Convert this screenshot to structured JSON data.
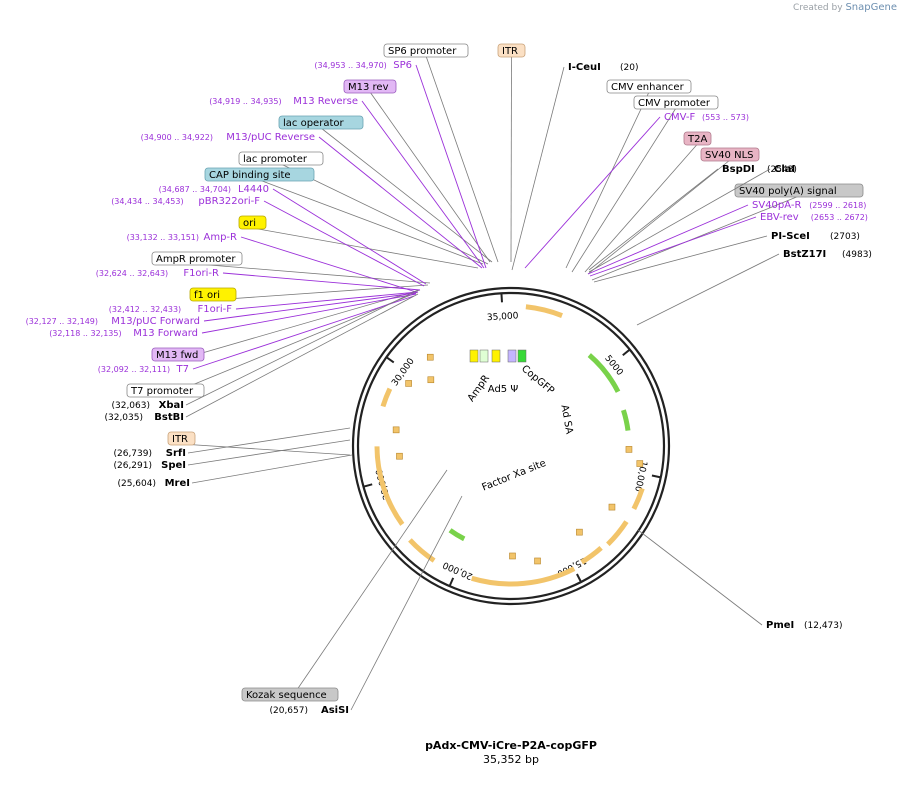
{
  "brand": {
    "prefix": "Created by",
    "name": "SnapGene"
  },
  "plasmid": {
    "name": "pAdx-CMV-iCre-P2A-copGFP",
    "length": "35,352 bp",
    "length_bp": 35352
  },
  "colors": {
    "ring": "#222222",
    "primer": "#9b30d9",
    "leader": "#7a7a7a",
    "cds": "#f2c46a",
    "cds_edge": "#b8862b",
    "green": "#79d24a",
    "green_edge": "#3b8a1b"
  },
  "ticks": [
    "5000",
    "10,000",
    "15,000",
    "20,000",
    "25,000",
    "30,000",
    "35,000"
  ],
  "internal_labels": [
    "AmpR",
    "Ad5 Ψ",
    "CopGFP",
    "Ad SA",
    "Factor Xa site"
  ],
  "features": [
    {
      "label": "SP6 promoter",
      "style": "white"
    },
    {
      "label": "ITR",
      "style": "orange"
    },
    {
      "label": "M13 rev",
      "style": "purple"
    },
    {
      "label": "CMV enhancer",
      "style": "white"
    },
    {
      "label": "CMV promoter",
      "style": "white"
    },
    {
      "label": "lac operator",
      "style": "teal"
    },
    {
      "label": "lac promoter",
      "style": "white"
    },
    {
      "label": "T2A",
      "style": "pink"
    },
    {
      "label": "SV40 NLS",
      "style": "pink"
    },
    {
      "label": "CAP binding site",
      "style": "teal"
    },
    {
      "label": "SV40 poly(A) signal",
      "style": "gray"
    },
    {
      "label": "ori",
      "style": "yellow"
    },
    {
      "label": "AmpR promoter",
      "style": "white"
    },
    {
      "label": "f1 ori",
      "style": "yellow"
    },
    {
      "label": "M13 fwd",
      "style": "purple"
    },
    {
      "label": "T7 promoter",
      "style": "white"
    },
    {
      "label": "ITR",
      "style": "orange"
    },
    {
      "label": "Kozak sequence",
      "style": "gray"
    }
  ],
  "primers": [
    {
      "name": "SP6",
      "range": "(34,953 .. 34,970)"
    },
    {
      "name": "M13 Reverse",
      "range": "(34,919 .. 34,935)"
    },
    {
      "name": "M13/pUC Reverse",
      "range": "(34,900 .. 34,922)"
    },
    {
      "name": "L4440",
      "range": "(34,687 .. 34,704)"
    },
    {
      "name": "pBR322ori-F",
      "range": "(34,434 .. 34,453)"
    },
    {
      "name": "Amp-R",
      "range": "(33,132 .. 33,151)"
    },
    {
      "name": "F1ori-R",
      "range": "(32,624 .. 32,643)"
    },
    {
      "name": "F1ori-F",
      "range": "(32,412 .. 32,433)"
    },
    {
      "name": "M13/pUC Forward",
      "range": "(32,127 .. 32,149)"
    },
    {
      "name": "M13 Forward",
      "range": "(32,118 .. 32,135)"
    },
    {
      "name": "T7",
      "range": "(32,092 .. 32,111)"
    },
    {
      "name": "CMV-F",
      "range": "(553 .. 573)"
    },
    {
      "name": "SV40pA-R",
      "range": "(2599 .. 2618)"
    },
    {
      "name": "EBV-rev",
      "range": "(2653 .. 2672)"
    }
  ],
  "enzymes": [
    {
      "name": "I-CeuI",
      "pos": "(20)"
    },
    {
      "name": "BspDI",
      "pos": "(2543)"
    },
    {
      "name": "ClaI",
      "pos": ""
    },
    {
      "name": "PI-SceI",
      "pos": "(2703)"
    },
    {
      "name": "BstZ17I",
      "pos": "(4983)"
    },
    {
      "name": "PmeI",
      "pos": "(12,473)"
    },
    {
      "name": "XbaI",
      "pos": "(32,063)"
    },
    {
      "name": "BstBI",
      "pos": "(32,035)"
    },
    {
      "name": "SrfI",
      "pos": "(26,739)"
    },
    {
      "name": "SpeI",
      "pos": "(26,291)"
    },
    {
      "name": "MreI",
      "pos": "(25,604)"
    },
    {
      "name": "AsiSI",
      "pos": "(20,657)"
    }
  ]
}
